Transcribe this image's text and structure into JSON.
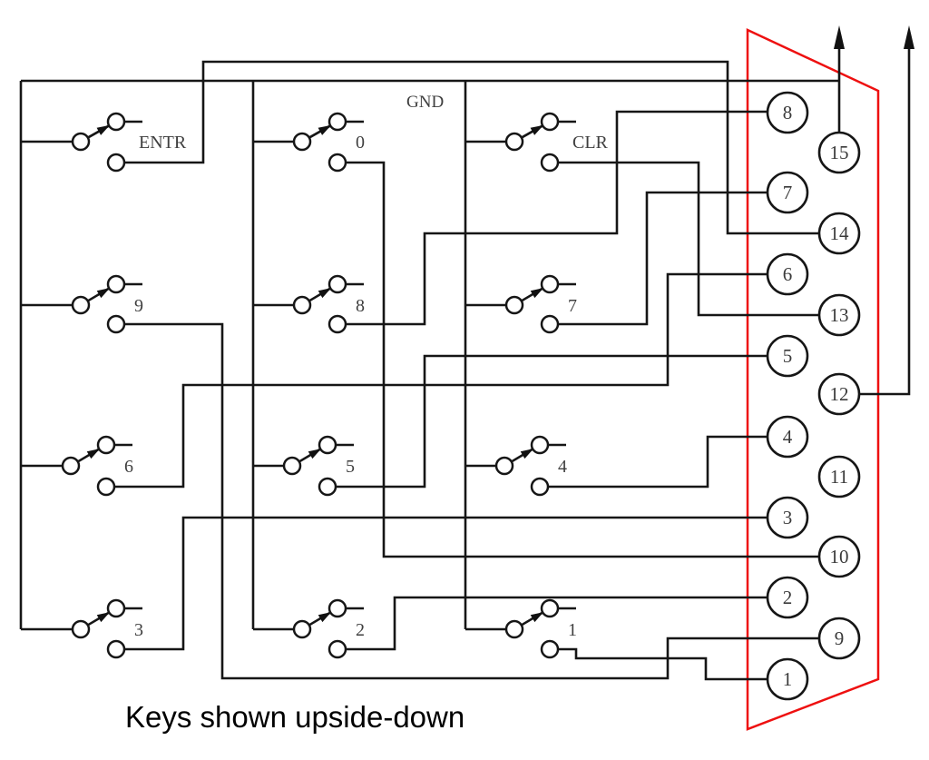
{
  "caption": "Keys shown upside-down",
  "ground_label": "GND",
  "colors": {
    "wire": "#161616",
    "connector_outline": "#ee1010",
    "label_text": "#3f3f3f"
  },
  "keys": [
    {
      "label": "ENTR",
      "row": 0,
      "col": 0,
      "connects_to_pin": "14"
    },
    {
      "label": "0",
      "row": 0,
      "col": 1,
      "connects_to_pin": "10"
    },
    {
      "label": "CLR",
      "row": 0,
      "col": 2,
      "connects_to_pin": "13"
    },
    {
      "label": "9",
      "row": 1,
      "col": 0,
      "connects_to_pin": "9"
    },
    {
      "label": "8",
      "row": 1,
      "col": 1,
      "connects_to_pin": "8"
    },
    {
      "label": "7",
      "row": 1,
      "col": 2,
      "connects_to_pin": "7"
    },
    {
      "label": "6",
      "row": 2,
      "col": 0,
      "connects_to_pin": "6"
    },
    {
      "label": "5",
      "row": 2,
      "col": 1,
      "connects_to_pin": "5"
    },
    {
      "label": "4",
      "row": 2,
      "col": 2,
      "connects_to_pin": "4"
    },
    {
      "label": "3",
      "row": 3,
      "col": 0,
      "connects_to_pin": "3"
    },
    {
      "label": "2",
      "row": 3,
      "col": 1,
      "connects_to_pin": "2"
    },
    {
      "label": "1",
      "row": 3,
      "col": 2,
      "connects_to_pin": "1"
    }
  ],
  "connector": {
    "pins_left_column": [
      "8",
      "7",
      "6",
      "5",
      "4",
      "3",
      "2",
      "1"
    ],
    "pins_right_column": [
      "15",
      "14",
      "13",
      "12",
      "11",
      "10",
      "9"
    ],
    "unconnected_pins": [
      "11"
    ],
    "ground_bus_pin": "15",
    "external_arrow_pins": [
      "15",
      "12"
    ]
  }
}
